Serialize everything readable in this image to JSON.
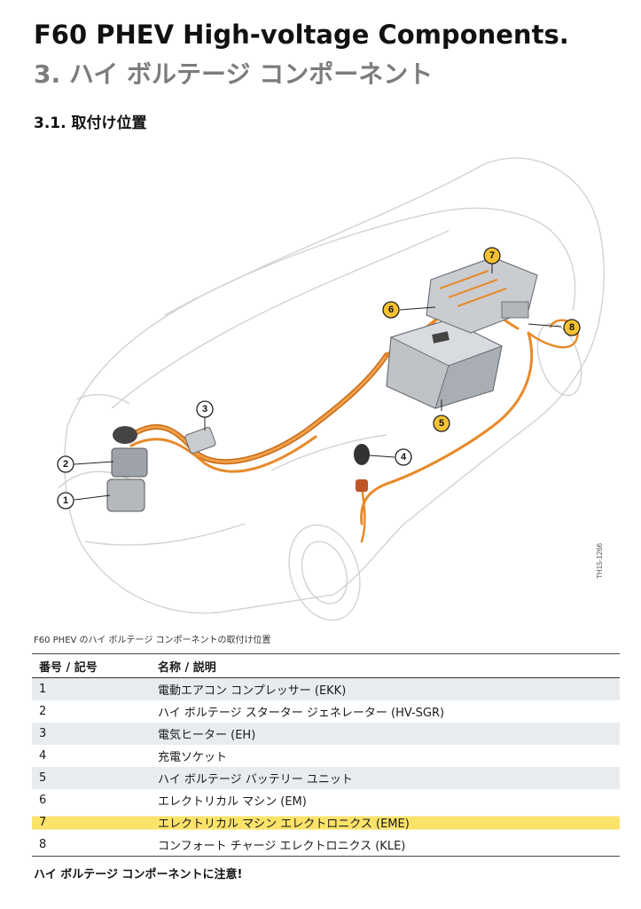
{
  "header": {
    "title_en": "F60 PHEV High-voltage Components.",
    "title_ja": "3. ハイ ボルテージ コンポーネント",
    "section": "3.1. 取付け位置"
  },
  "figure": {
    "code": "TH15-1266",
    "caption": "F60 PHEV のハイ ボルテージ コンポーネントの取付け位置",
    "callouts": [
      "1",
      "2",
      "3",
      "4",
      "5",
      "6",
      "7",
      "8"
    ]
  },
  "table": {
    "headers": {
      "number": "番号 / 記号",
      "name": "名称 / 説明"
    },
    "rows": [
      {
        "number": "1",
        "name": "電動エアコン コンプレッサー (EKK)"
      },
      {
        "number": "2",
        "name": "ハイ ボルテージ スターター ジェネレーター (HV-SGR)"
      },
      {
        "number": "3",
        "name": "電気ヒーター (EH)"
      },
      {
        "number": "4",
        "name": "充電ソケット"
      },
      {
        "number": "5",
        "name": "ハイ ボルテージ バッテリー ユニット"
      },
      {
        "number": "6",
        "name": "エレクトリカル マシン (EM)"
      },
      {
        "number": "7",
        "name": "エレクトリカル マシン エレクトロニクス (EME)"
      },
      {
        "number": "8",
        "name": "コンフォート チャージ エレクトロニクス (KLE)"
      }
    ]
  },
  "footer": {
    "note": "ハイ ボルテージ コンポーネントに注意!"
  },
  "colors": {
    "cable_orange": "#e88a2a",
    "callout_yellow": "#f7c232",
    "highlight_yellow": "#fbe36a",
    "row_shade": "#e9ecef"
  }
}
